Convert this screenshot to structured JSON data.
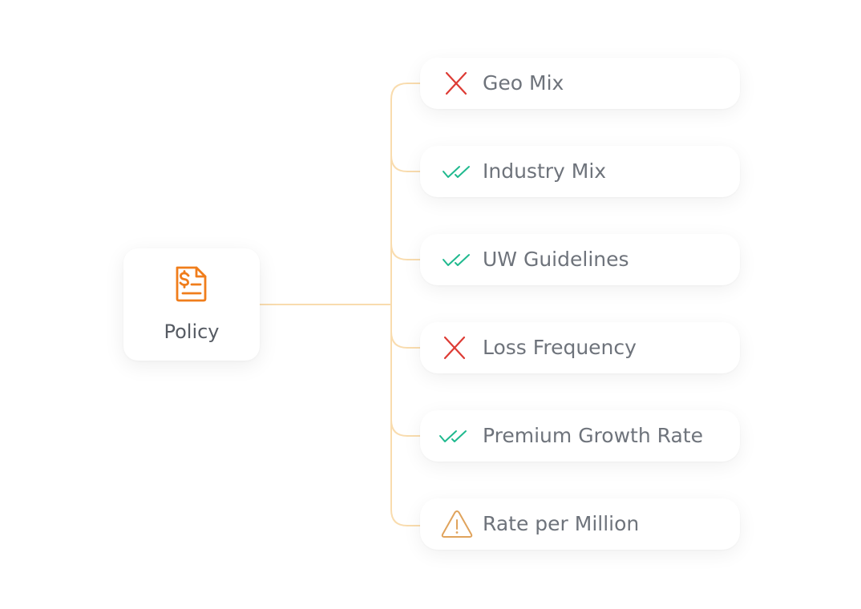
{
  "policy": {
    "label": "Policy",
    "icon": "invoice-dollar-icon",
    "color": "#f07d1b"
  },
  "connector_color": "#f9dcae",
  "status_colors": {
    "fail": "#dd3b34",
    "pass": "#1fb98e",
    "warning": "#e0a35c"
  },
  "checks": [
    {
      "label": "Geo Mix",
      "status": "fail",
      "icon": "x-icon"
    },
    {
      "label": "Industry Mix",
      "status": "pass",
      "icon": "double-check-icon"
    },
    {
      "label": "UW Guidelines",
      "status": "pass",
      "icon": "double-check-icon"
    },
    {
      "label": "Loss Frequency",
      "status": "fail",
      "icon": "x-icon"
    },
    {
      "label": "Premium Growth Rate",
      "status": "pass",
      "icon": "double-check-icon"
    },
    {
      "label": "Rate per Million",
      "status": "warning",
      "icon": "warning-triangle-icon"
    }
  ]
}
